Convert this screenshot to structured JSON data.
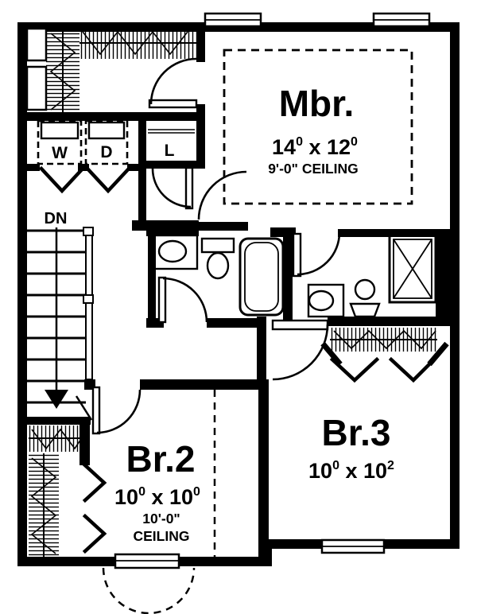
{
  "plan": {
    "type": "second-floor-house-plan",
    "colors": {
      "wall": "#000000",
      "background": "#ffffff",
      "line": "#000000"
    },
    "rooms": {
      "master": {
        "name": "Mbr.",
        "dim_a": "14",
        "dim_a_sup": "0",
        "dim_b": " x 12",
        "dim_b_sup": "0",
        "ceiling": "9'-0\" CEILING"
      },
      "br2": {
        "name": "Br.2",
        "dim_a": "10",
        "dim_a_sup": "0",
        "dim_b": " x 10",
        "dim_b_sup": "0",
        "ceiling_line1": "10'-0\"",
        "ceiling_line2": "CEILING"
      },
      "br3": {
        "name": "Br.3",
        "dim_a": "10",
        "dim_a_sup": "0",
        "dim_b": " x 10",
        "dim_b_sup": "2"
      },
      "laundry": {
        "washer": "W",
        "dryer": "D"
      },
      "linen": {
        "label": "L"
      },
      "stairs": {
        "label": "DN"
      }
    }
  }
}
